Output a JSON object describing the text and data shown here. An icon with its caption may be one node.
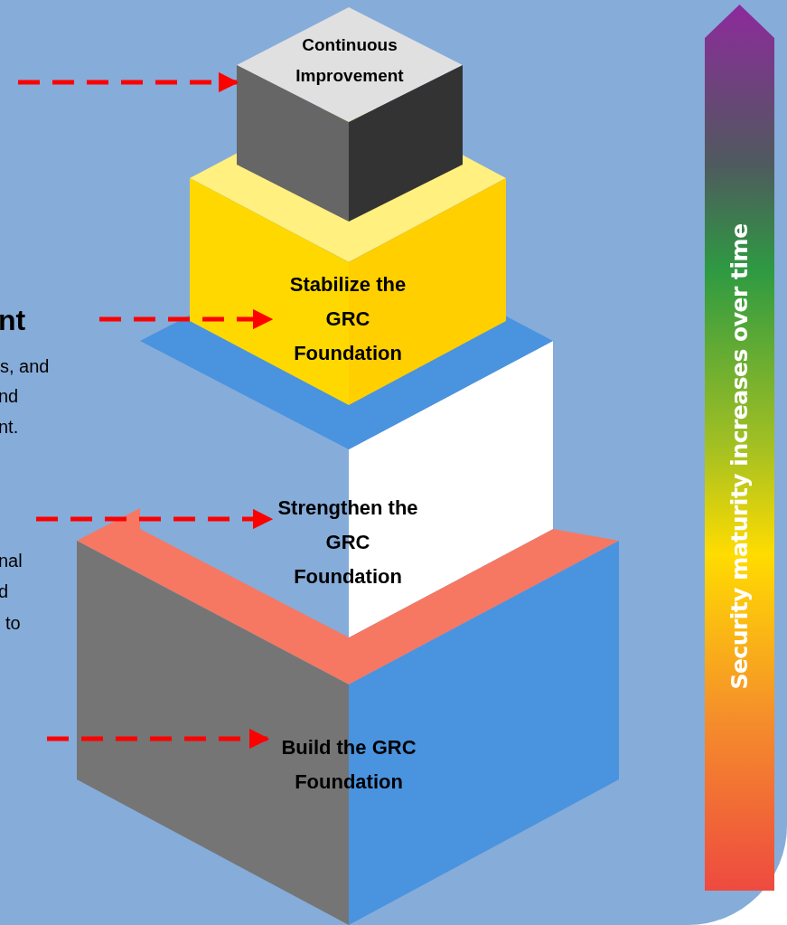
{
  "diagram": {
    "nodes": [
      {
        "text": [
          "Continuous Improvement"
        ]
      },
      {
        "text": [
          "Stabilize the GRC Foundation"
        ]
      },
      {
        "text": [
          "Strengthen the GRC Foundation"
        ]
      },
      {
        "text": [
          "Build the GRC Foundation"
        ]
      },
      {
        "text": [
          "Security maturity increases over time"
        ]
      }
    ],
    "edges": [
      {
        "from": null,
        "to": 0,
        "arrow": "to",
        "style": "dashed"
      },
      {
        "from": null,
        "to": 1,
        "arrow": "to",
        "style": "dashed"
      },
      {
        "from": null,
        "to": 2,
        "arrow": "to",
        "style": "dashed"
      },
      {
        "from": null,
        "to": 3,
        "arrow": "to",
        "style": "dashed"
      }
    ],
    "labels": [
      "nt",
      "s, and",
      "nd",
      "nt.",
      "nal",
      "d",
      "to"
    ]
  }
}
